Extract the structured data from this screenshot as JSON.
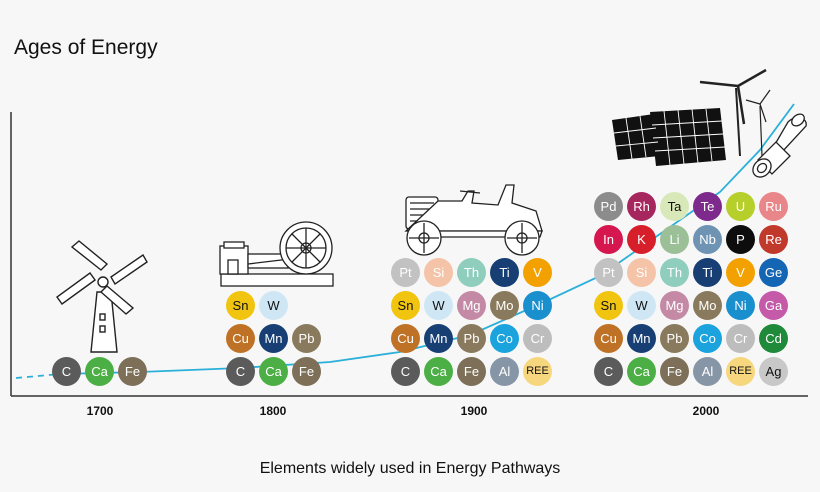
{
  "title": "Ages of Energy",
  "caption": "Elements widely used in Energy Pathways",
  "years": [
    "1700",
    "1800",
    "1900",
    "2000"
  ],
  "icons": {
    "windmill": "windmill-icon",
    "steam_engine": "steam-engine-icon",
    "car": "vintage-car-icon",
    "renewables": "solar-panel-wind-turbine-icon",
    "exhaust": "exhaust-pipe-icon"
  },
  "colors": {
    "background": "#f7f7f7",
    "trend_line": "#2bb0d9",
    "axis": "#333333"
  },
  "eras": [
    {
      "year": "1700",
      "rows": [
        [
          {
            "symbol": "C",
            "color": "#5b5b5b"
          },
          {
            "symbol": "Ca",
            "color": "#4caf46"
          },
          {
            "symbol": "Fe",
            "color": "#7d6f58"
          }
        ]
      ]
    },
    {
      "year": "1800",
      "rows": [
        [
          {
            "symbol": "Sn",
            "color": "#f0c40f",
            "text_color": "#111111"
          },
          {
            "symbol": "W",
            "color": "#cfe7f5",
            "text_color": "#111111"
          }
        ],
        [
          {
            "symbol": "Cu",
            "color": "#bf7226"
          },
          {
            "symbol": "Mn",
            "color": "#173f73"
          },
          {
            "symbol": "Pb",
            "color": "#8a7a5d"
          }
        ],
        [
          {
            "symbol": "C",
            "color": "#5b5b5b"
          },
          {
            "symbol": "Ca",
            "color": "#4caf46"
          },
          {
            "symbol": "Fe",
            "color": "#7d6f58"
          }
        ]
      ]
    },
    {
      "year": "1900",
      "rows": [
        [
          {
            "symbol": "Pt",
            "color": "#c2c2c2"
          },
          {
            "symbol": "Si",
            "color": "#f4c3a8"
          },
          {
            "symbol": "Th",
            "color": "#8fcdbc"
          },
          {
            "symbol": "Ti",
            "color": "#173f73"
          },
          {
            "symbol": "V",
            "color": "#f2a100"
          }
        ],
        [
          {
            "symbol": "Sn",
            "color": "#f0c40f",
            "text_color": "#111111"
          },
          {
            "symbol": "W",
            "color": "#cfe7f5",
            "text_color": "#111111"
          },
          {
            "symbol": "Mg",
            "color": "#c48aa5"
          },
          {
            "symbol": "Mo",
            "color": "#8a7a5d"
          },
          {
            "symbol": "Ni",
            "color": "#1a8fce"
          }
        ],
        [
          {
            "symbol": "Cu",
            "color": "#bf7226"
          },
          {
            "symbol": "Mn",
            "color": "#173f73"
          },
          {
            "symbol": "Pb",
            "color": "#8a7a5d"
          },
          {
            "symbol": "Co",
            "color": "#1aa3dd"
          },
          {
            "symbol": "Cr",
            "color": "#bdbdbd"
          }
        ],
        [
          {
            "symbol": "C",
            "color": "#5b5b5b"
          },
          {
            "symbol": "Ca",
            "color": "#4caf46"
          },
          {
            "symbol": "Fe",
            "color": "#7d6f58"
          },
          {
            "symbol": "Al",
            "color": "#8796a6"
          },
          {
            "symbol": "REE",
            "color": "#f7d77d",
            "text_color": "#111111"
          }
        ]
      ]
    },
    {
      "year": "2000",
      "rows": [
        [
          {
            "symbol": "Pd",
            "color": "#8c8c8c"
          },
          {
            "symbol": "Rh",
            "color": "#a6265e"
          },
          {
            "symbol": "Ta",
            "color": "#d9e8b8",
            "text_color": "#111111"
          },
          {
            "symbol": "Te",
            "color": "#7d2a8c"
          },
          {
            "symbol": "U",
            "color": "#b7cf2a"
          },
          {
            "symbol": "Ru",
            "color": "#e8868a"
          }
        ],
        [
          {
            "symbol": "In",
            "color": "#d6174f"
          },
          {
            "symbol": "K",
            "color": "#d61f2a"
          },
          {
            "symbol": "Li",
            "color": "#9bbf96"
          },
          {
            "symbol": "Nb",
            "color": "#6f94b3"
          },
          {
            "symbol": "P",
            "color": "#0d0d0d"
          },
          {
            "symbol": "Re",
            "color": "#c0392b"
          }
        ],
        [
          {
            "symbol": "Pt",
            "color": "#c2c2c2"
          },
          {
            "symbol": "Si",
            "color": "#f4c3a8"
          },
          {
            "symbol": "Th",
            "color": "#8fcdbc"
          },
          {
            "symbol": "Ti",
            "color": "#173f73"
          },
          {
            "symbol": "V",
            "color": "#f2a100"
          },
          {
            "symbol": "Ge",
            "color": "#1565b5"
          }
        ],
        [
          {
            "symbol": "Sn",
            "color": "#f0c40f",
            "text_color": "#111111"
          },
          {
            "symbol": "W",
            "color": "#cfe7f5",
            "text_color": "#111111"
          },
          {
            "symbol": "Mg",
            "color": "#c48aa5"
          },
          {
            "symbol": "Mo",
            "color": "#8a7a5d"
          },
          {
            "symbol": "Ni",
            "color": "#1a8fce"
          },
          {
            "symbol": "Ga",
            "color": "#c45aa8"
          }
        ],
        [
          {
            "symbol": "Cu",
            "color": "#bf7226"
          },
          {
            "symbol": "Mn",
            "color": "#173f73"
          },
          {
            "symbol": "Pb",
            "color": "#8a7a5d"
          },
          {
            "symbol": "Co",
            "color": "#1aa3dd"
          },
          {
            "symbol": "Cr",
            "color": "#bdbdbd"
          },
          {
            "symbol": "Cd",
            "color": "#1f8a3a"
          }
        ],
        [
          {
            "symbol": "C",
            "color": "#5b5b5b"
          },
          {
            "symbol": "Ca",
            "color": "#4caf46"
          },
          {
            "symbol": "Fe",
            "color": "#7d6f58"
          },
          {
            "symbol": "Al",
            "color": "#8796a6"
          },
          {
            "symbol": "REE",
            "color": "#f7d77d",
            "text_color": "#111111"
          },
          {
            "symbol": "Ag",
            "color": "#c8c8c8",
            "text_color": "#111111"
          }
        ]
      ]
    }
  ]
}
